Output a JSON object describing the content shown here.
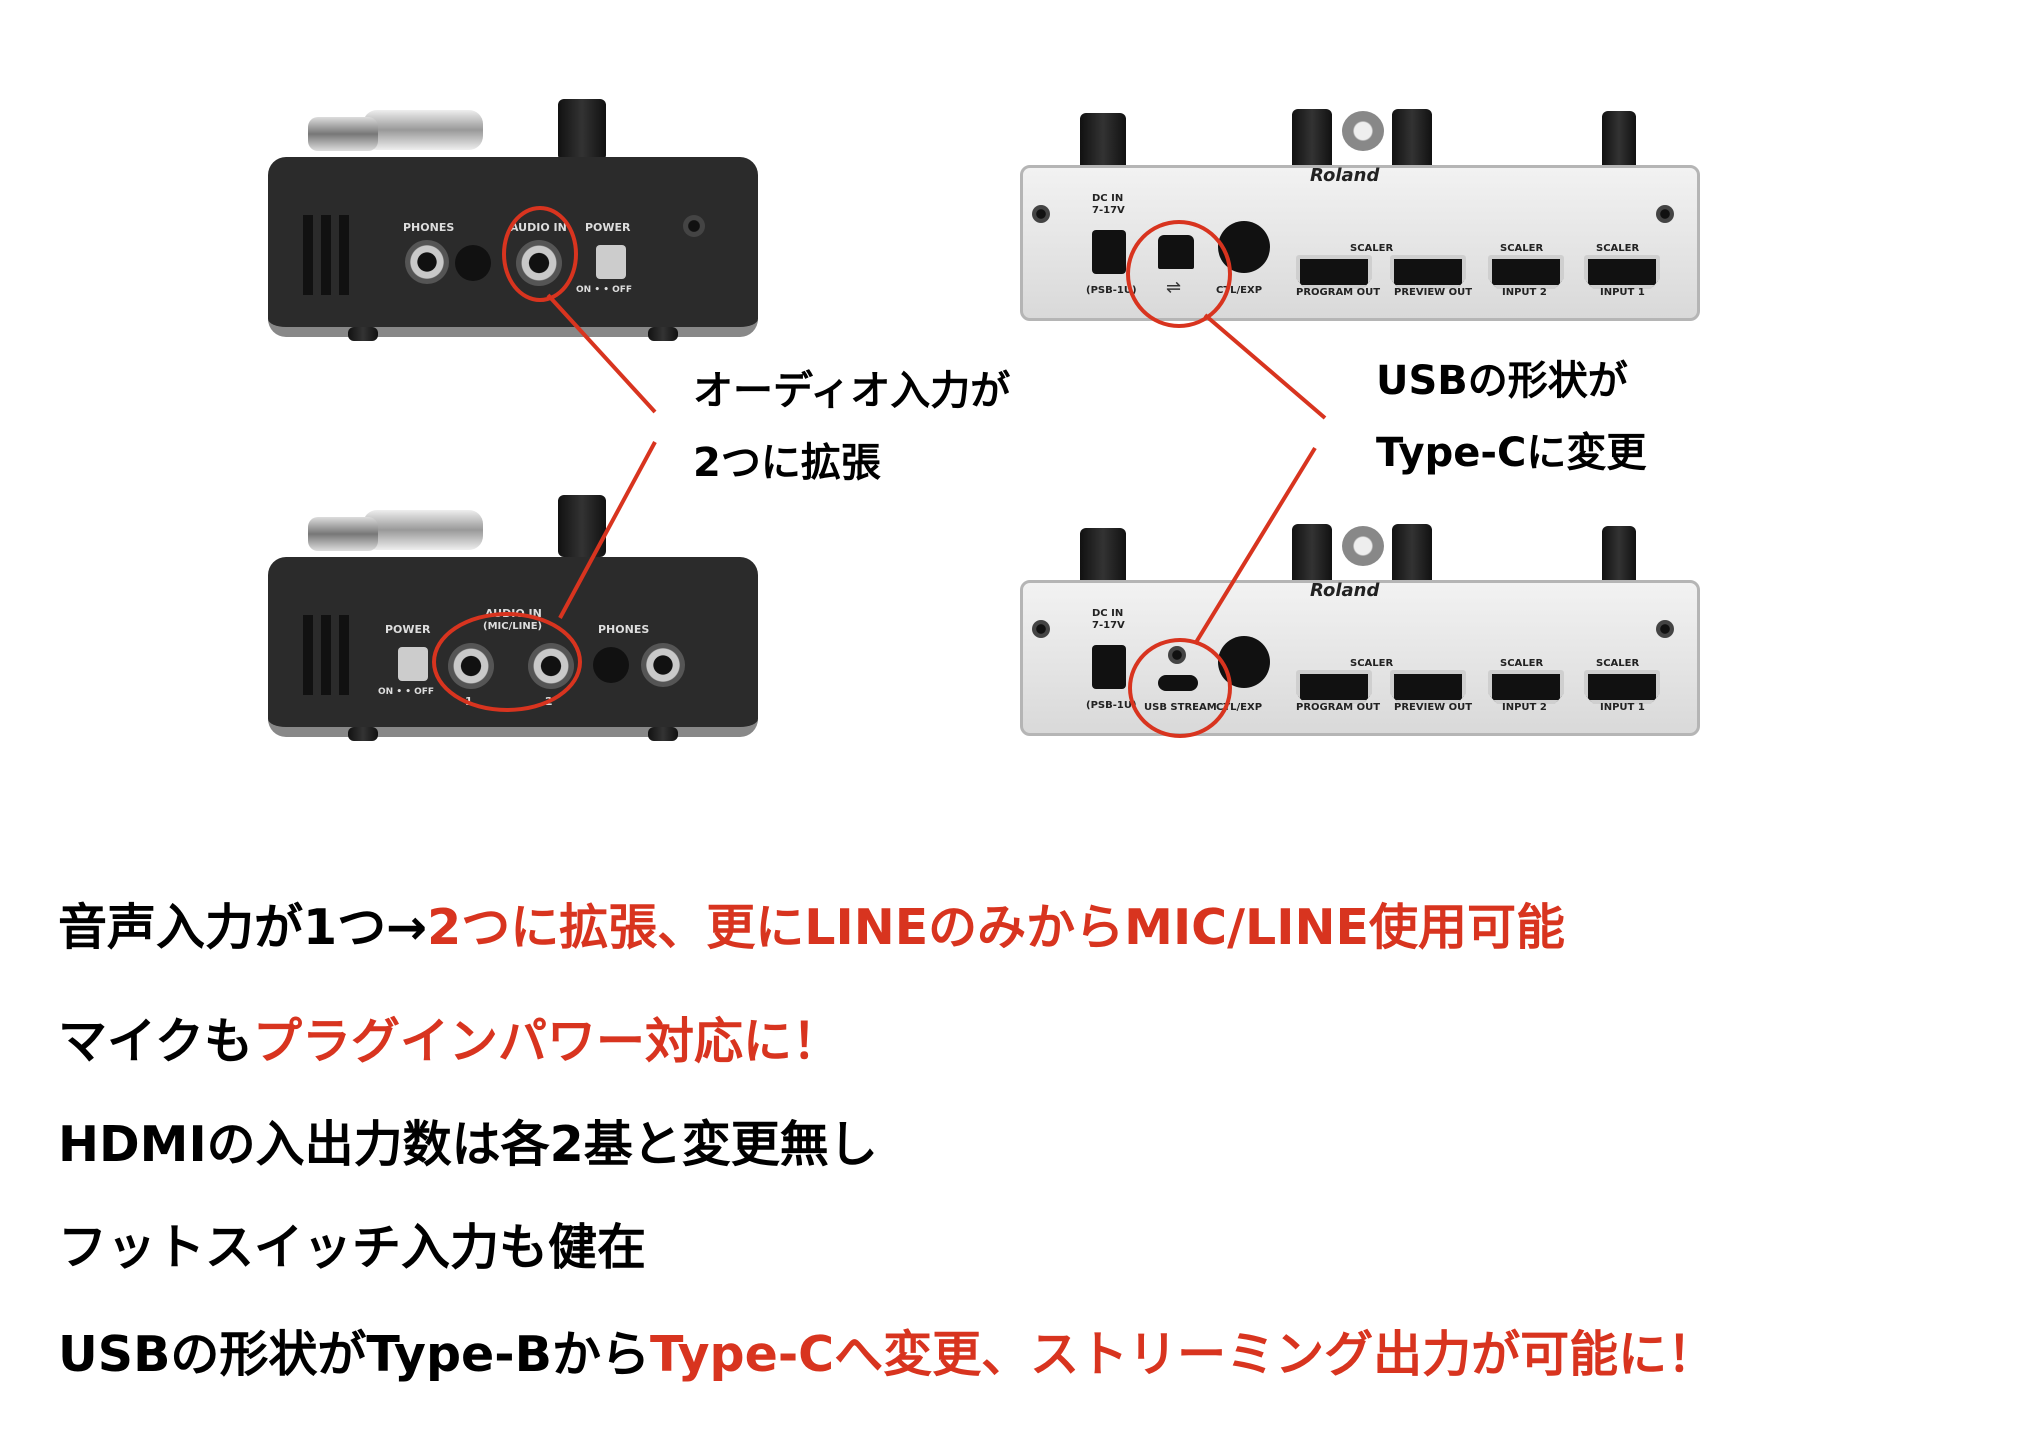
{
  "device_top_left": {
    "labels": {
      "phones": "PHONES",
      "audio_in": "AUDIO IN",
      "power": "POWER",
      "on_off": "ON • • OFF"
    }
  },
  "device_bottom_left": {
    "labels": {
      "power": "POWER",
      "audio_in": "AUDIO IN",
      "audio_in_sub": "(MIC/LINE)",
      "port1": "1",
      "port2": "2",
      "phones": "PHONES",
      "on_off": "ON • • OFF"
    }
  },
  "device_top_right": {
    "brand": "Roland",
    "labels": {
      "dc_in": "DC IN",
      "dc_volt": "7-17V",
      "psb": "(PSB-1U)",
      "ctl_exp": "CTL/EXP",
      "scaler": "SCALER",
      "program_out": "PROGRAM OUT",
      "preview_out": "PREVIEW OUT",
      "input2": "INPUT 2",
      "input1": "INPUT 1"
    }
  },
  "device_bottom_right": {
    "brand": "Roland",
    "labels": {
      "dc_in": "DC IN",
      "dc_volt": "7-17V",
      "psb": "(PSB-1U)",
      "usb_stream": "USB STREAM",
      "ctl_exp": "CTL/EXP",
      "scaler": "SCALER",
      "program_out": "PROGRAM OUT",
      "preview_out": "PREVIEW OUT",
      "input2": "INPUT 2",
      "input1": "INPUT 1"
    }
  },
  "annotations": {
    "audio_line1": "オーディオ入力が",
    "audio_line2": "2つに拡張",
    "usb_line1": "USBの形状が",
    "usb_line2": "Type-Cに変更"
  },
  "colors": {
    "accent_red": "#d8341f",
    "text": "#000000"
  },
  "summary": {
    "l1_a": "音声入力が1つ→",
    "l1_b": "2つに拡張、更にLINEのみからMIC/LINE使用可能",
    "l2_a": "マイクも",
    "l2_b": "プラグインパワー対応に！",
    "l3": "HDMIの入出力数は各2基と変更無し",
    "l4": "フットスイッチ入力も健在",
    "l5_a": "USBの形状がType-Bから",
    "l5_b": "Type-Cへ変更、ストリーミング出力が可能に！"
  }
}
